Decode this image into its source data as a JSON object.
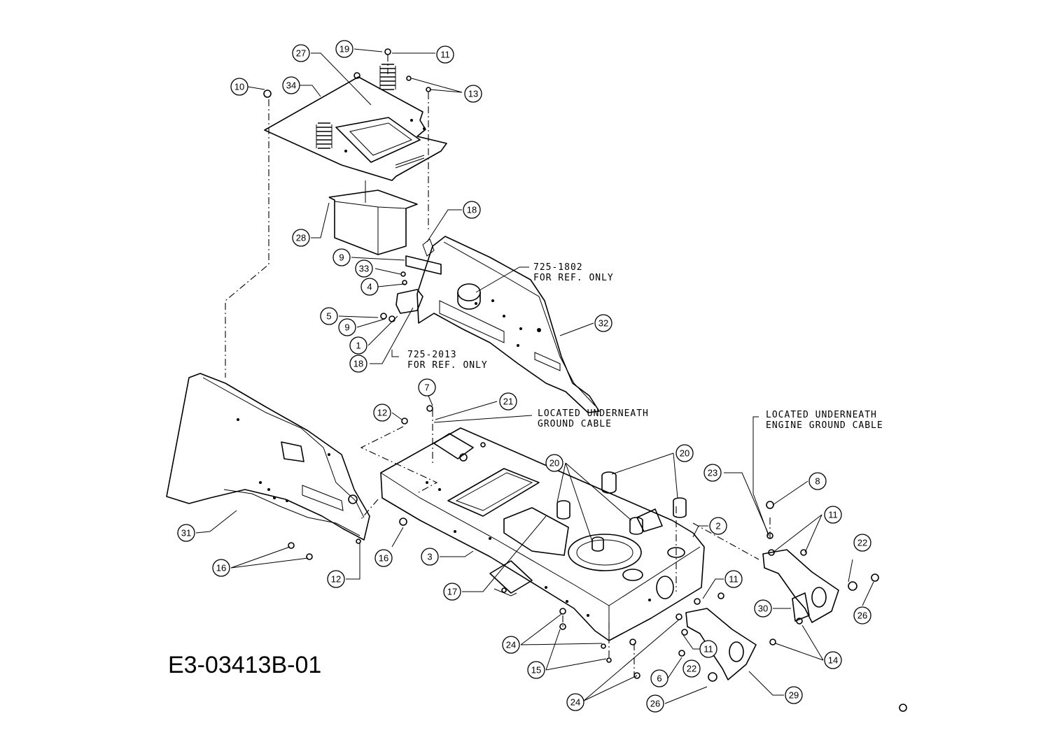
{
  "drawing_number": "E3-03413B-01",
  "callouts": [
    {
      "id": "c19",
      "label": "19"
    },
    {
      "id": "c11a",
      "label": "11"
    },
    {
      "id": "c27",
      "label": "27"
    },
    {
      "id": "c10",
      "label": "10"
    },
    {
      "id": "c34",
      "label": "34"
    },
    {
      "id": "c13",
      "label": "13"
    },
    {
      "id": "c28",
      "label": "28"
    },
    {
      "id": "c18a",
      "label": "18"
    },
    {
      "id": "c9a",
      "label": "9"
    },
    {
      "id": "c33",
      "label": "33"
    },
    {
      "id": "c4",
      "label": "4"
    },
    {
      "id": "c5",
      "label": "5"
    },
    {
      "id": "c9b",
      "label": "9"
    },
    {
      "id": "c1",
      "label": "1"
    },
    {
      "id": "c18b",
      "label": "18"
    },
    {
      "id": "c32",
      "label": "32"
    },
    {
      "id": "c7",
      "label": "7"
    },
    {
      "id": "c21",
      "label": "21"
    },
    {
      "id": "c12a",
      "label": "12"
    },
    {
      "id": "c20a",
      "label": "20"
    },
    {
      "id": "c20b",
      "label": "20"
    },
    {
      "id": "c8",
      "label": "8"
    },
    {
      "id": "c23",
      "label": "23"
    },
    {
      "id": "c11b",
      "label": "11"
    },
    {
      "id": "c2",
      "label": "2"
    },
    {
      "id": "c31",
      "label": "31"
    },
    {
      "id": "c16a",
      "label": "16"
    },
    {
      "id": "c16b",
      "label": "16"
    },
    {
      "id": "c3",
      "label": "3"
    },
    {
      "id": "c12b",
      "label": "12"
    },
    {
      "id": "c17",
      "label": "17"
    },
    {
      "id": "c11c",
      "label": "11"
    },
    {
      "id": "c22a",
      "label": "22"
    },
    {
      "id": "c30",
      "label": "30"
    },
    {
      "id": "c26a",
      "label": "26"
    },
    {
      "id": "c24a",
      "label": "24"
    },
    {
      "id": "c15",
      "label": "15"
    },
    {
      "id": "c11d",
      "label": "11"
    },
    {
      "id": "c14",
      "label": "14"
    },
    {
      "id": "c6",
      "label": "6"
    },
    {
      "id": "c22b",
      "label": "22"
    },
    {
      "id": "c24b",
      "label": "24"
    },
    {
      "id": "c26b",
      "label": "26"
    },
    {
      "id": "c29",
      "label": "29"
    }
  ],
  "notes": {
    "n1802_line1": "725-1802",
    "n1802_line2": "FOR REF. ONLY",
    "n2013_line1": "725-2013",
    "n2013_line2": "FOR REF. ONLY",
    "ground_line1": "LOCATED UNDERNEATH",
    "ground_line2": "GROUND CABLE",
    "engine_line1": "LOCATED UNDERNEATH",
    "engine_line2": "ENGINE GROUND CABLE"
  }
}
